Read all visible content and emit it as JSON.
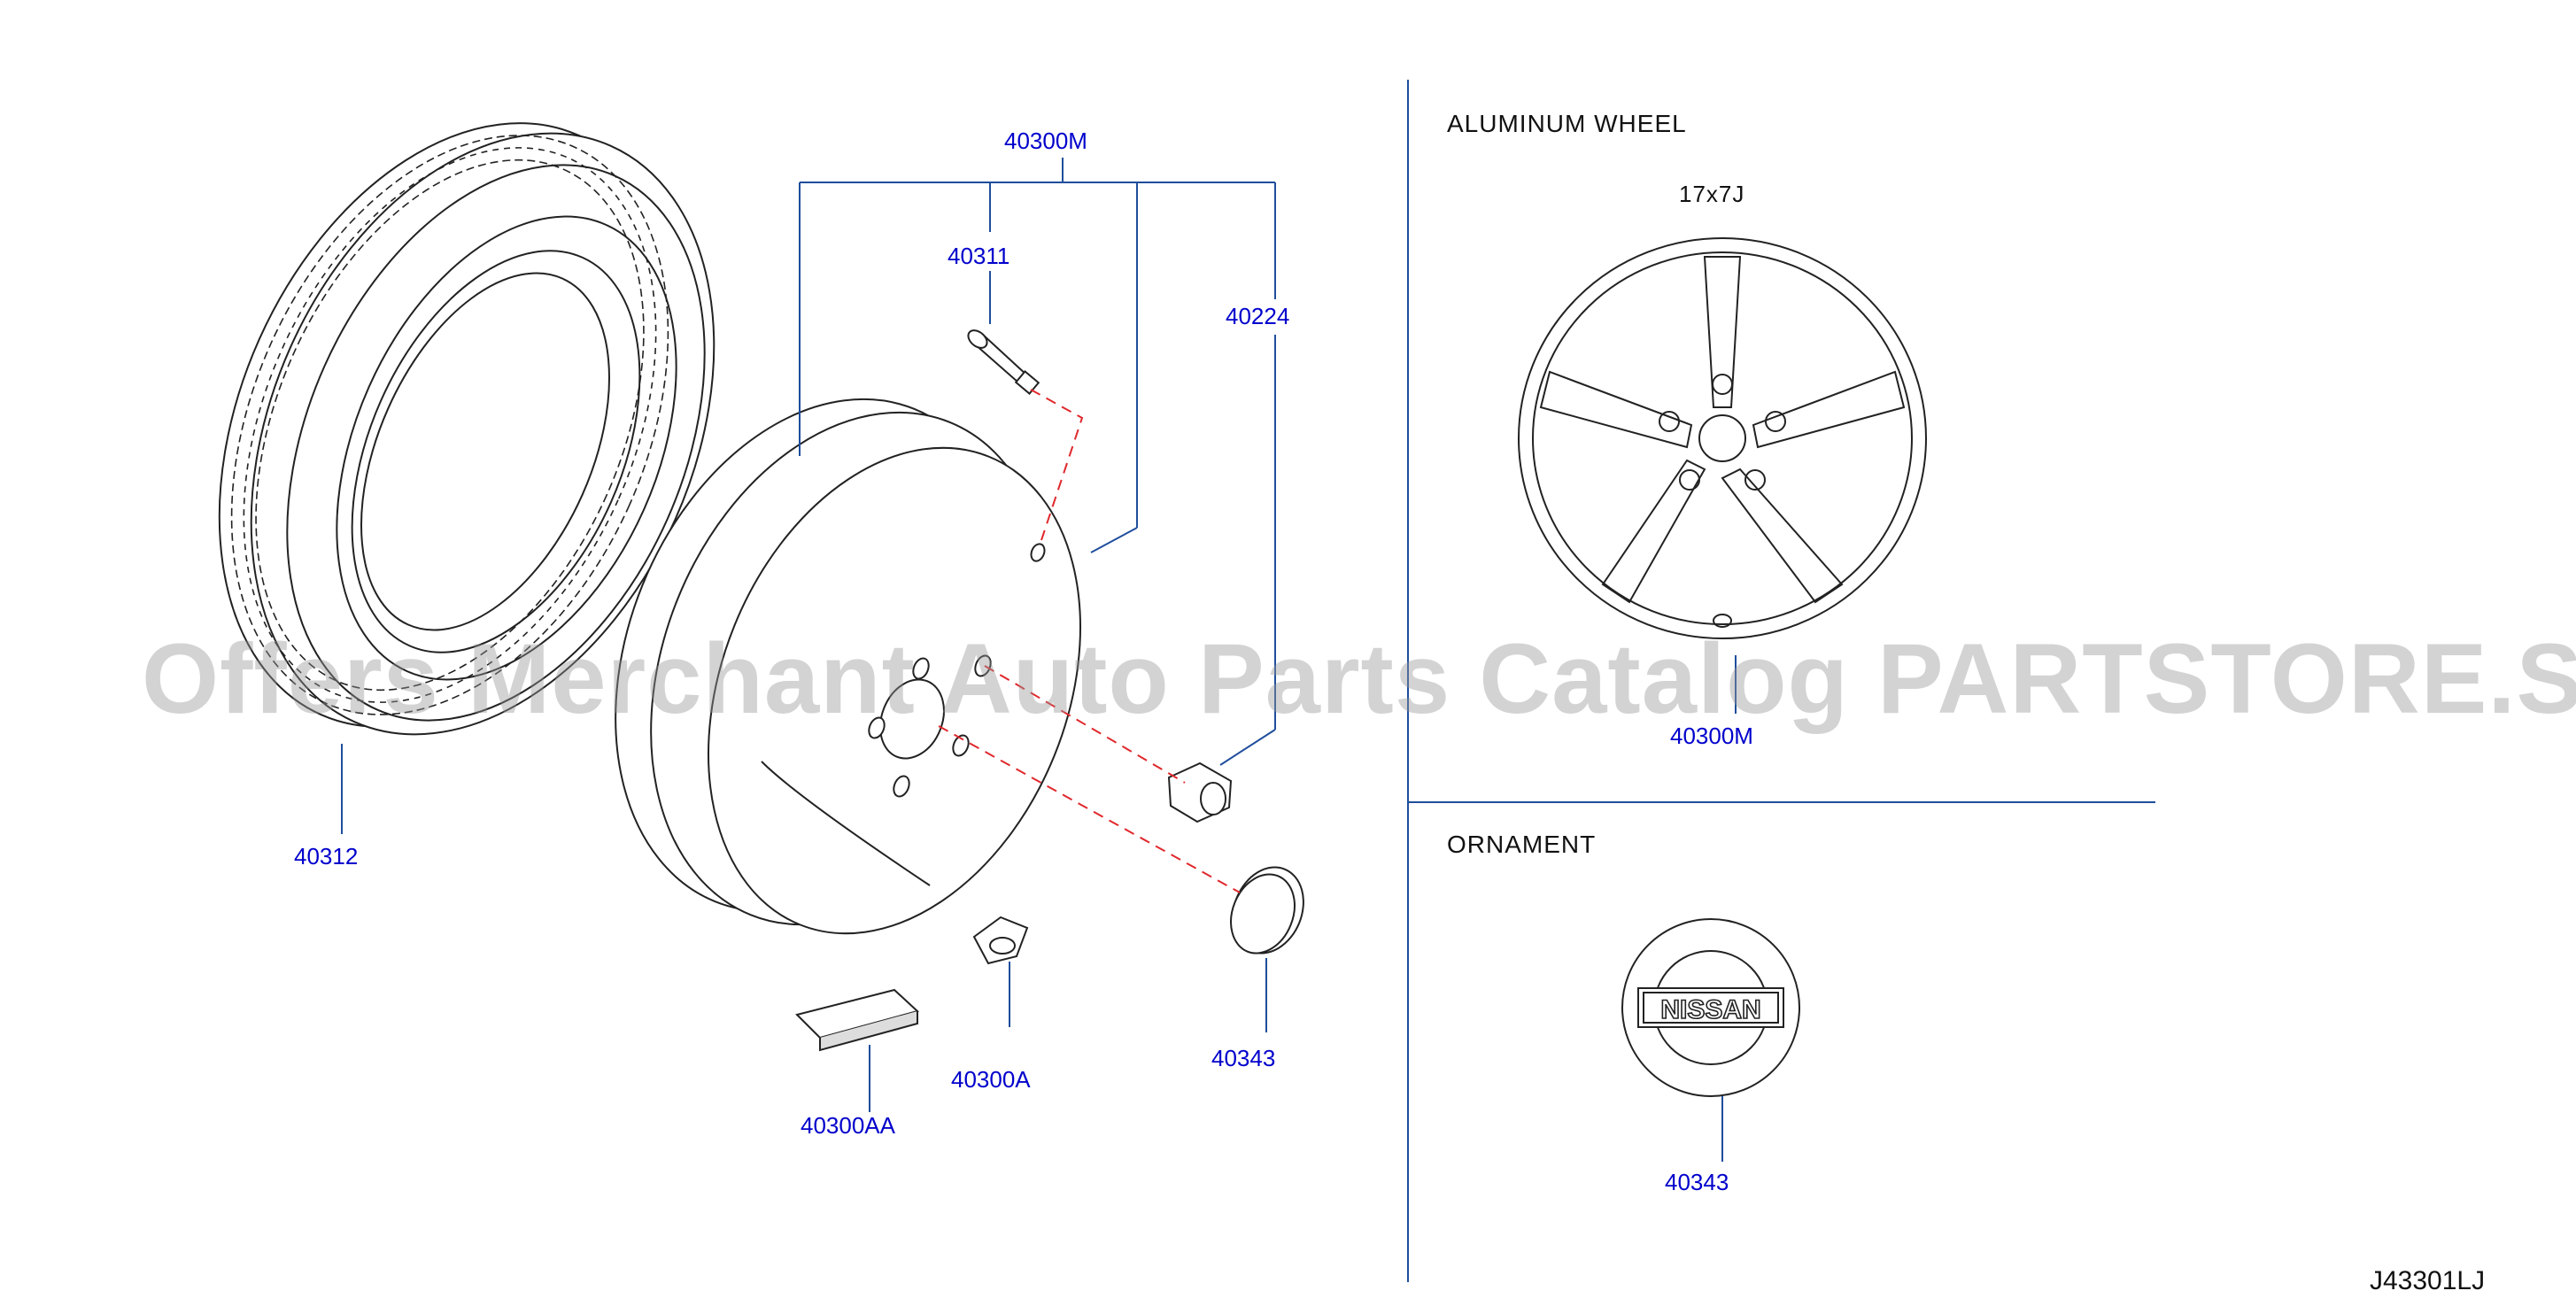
{
  "watermark": "Offers Merchant Auto Parts Catalog PARTSTORE.SA",
  "sections": {
    "aluminum_wheel": "ALUMINUM   WHEEL",
    "wheel_size": "17x7J",
    "ornament": "ORNAMENT"
  },
  "parts": {
    "p40300M": "40300M",
    "p40311": "40311",
    "p40224": "40224",
    "p40312": "40312",
    "p40343": "40343",
    "p40300A": "40300A",
    "p40300AA": "40300AA",
    "p40300M_alloy": "40300M",
    "p40343_ornament": "40343"
  },
  "logo_text": "NISSAN",
  "diagram_code": "J43301LJ",
  "colors": {
    "callout": "#0000cc",
    "leader": "#1f4e9c",
    "dashed": "#e0282c",
    "line": "#222222"
  }
}
